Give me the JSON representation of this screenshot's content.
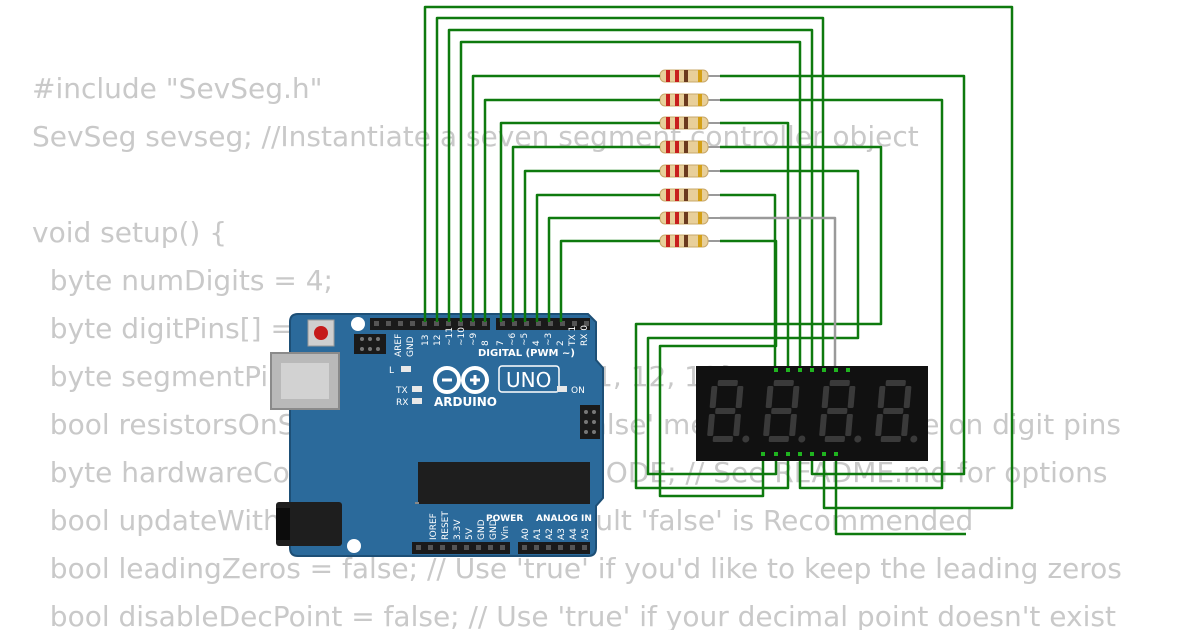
{
  "code_lines": [
    "#include \"SevSeg.h\"",
    "SevSeg sevseg; //Instantiate a seven segment controller object",
    "",
    "void setup() {",
    "  byte numDigits = 4;",
    "  byte digitPins[] = {2, 3, 4, 5};",
    "  byte segmentPins[] = {6, 7, 8, 9, 10, 11, 12, 13};",
    "  bool resistorsOnSegments = false; // 'false' means resistors are on digit pins",
    "  byte hardwareConfig = COMMON_CATHODE; // See README.md for options",
    "  bool updateWithDelays = false; // Default 'false' is Recommended",
    "  bool leadingZeros = false; // Use 'true' if you'd like to keep the leading zeros",
    "  bool disableDecPoint = false; // Use 'true' if your decimal point doesn't exist"
  ],
  "board": {
    "brand": "ARDUINO",
    "model": "UNO",
    "digital_header": "DIGITAL (PWM ~)",
    "power_header": "POWER",
    "analog_header": "ANALOG IN",
    "aref": "AREF",
    "gnd": "GND",
    "digital_pins": [
      "13",
      "12",
      "~11",
      "~10",
      "~9",
      "8",
      "7",
      "~6",
      "~5",
      "4",
      "~3",
      "2",
      "TX 1",
      "RX 0"
    ],
    "power_pins": [
      "IOREF",
      "RESET",
      "3.3V",
      "5V",
      "GND",
      "GND",
      "Vin"
    ],
    "analog_pins": [
      "A0",
      "A1",
      "A2",
      "A3",
      "A4",
      "A5"
    ],
    "led_l": "L",
    "led_tx": "TX",
    "led_rx": "RX",
    "led_on": "ON"
  },
  "display": {
    "digits": 4,
    "segment_off_color": "#3a3a3a",
    "body_color": "#111111"
  },
  "colors": {
    "wire": "#0e7a0e",
    "wire_gray": "#9a9a9a",
    "board": "#2b6a9b",
    "resistor_body": "#e8cf9a"
  }
}
